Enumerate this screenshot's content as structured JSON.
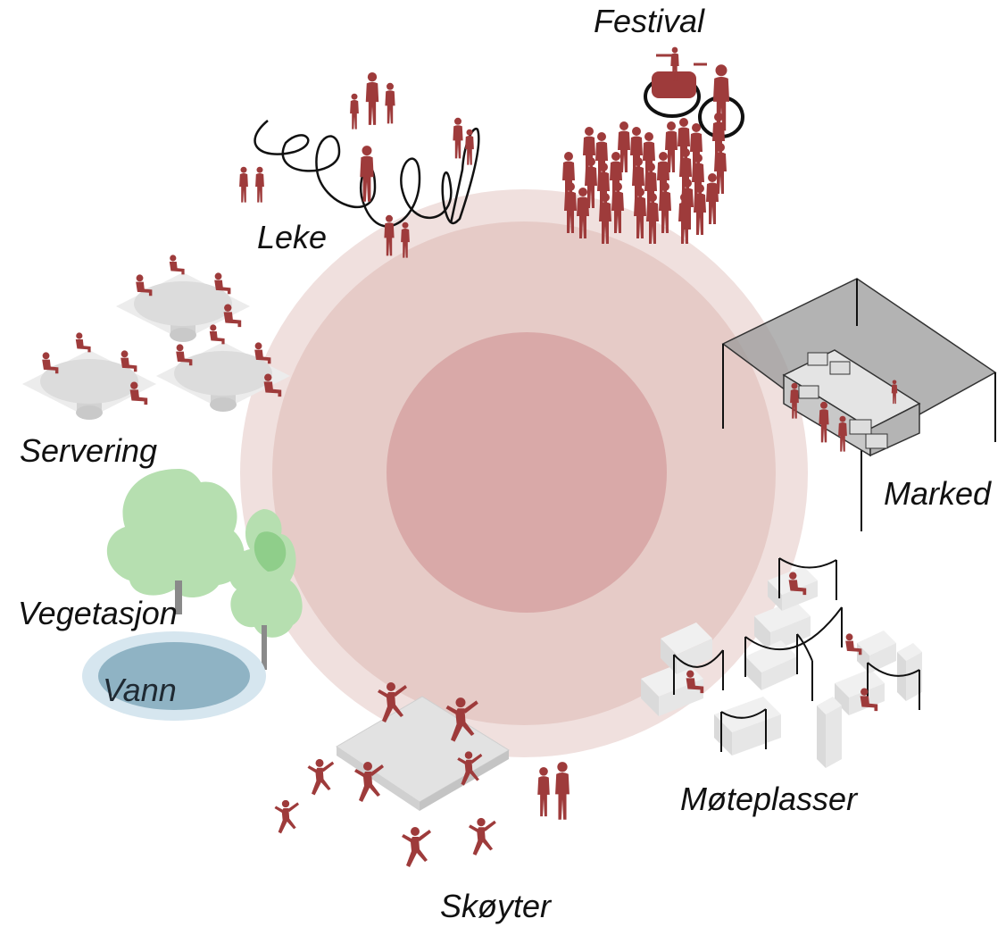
{
  "labels": {
    "festival": "Festival",
    "leke": "Leke",
    "servering": "Servering",
    "marked": "Marked",
    "vegetasjon": "Vegetasjon",
    "vann": "Vann",
    "moteplasser": "Møteplasser",
    "skoyter": "Skøyter"
  },
  "colors": {
    "outer_ring": "#f0e0de",
    "middle_ring": "#e6cbc7",
    "inner_core": "#d9a9a8",
    "people": "#9e3b3b",
    "furniture": "#dcdcdc",
    "canopy": "#9a9a9a",
    "tree": "#b6dfb0",
    "tree_dark": "#8fce8a",
    "water_outer": "#d6e6ef",
    "water_inner": "#8fb3c4"
  }
}
